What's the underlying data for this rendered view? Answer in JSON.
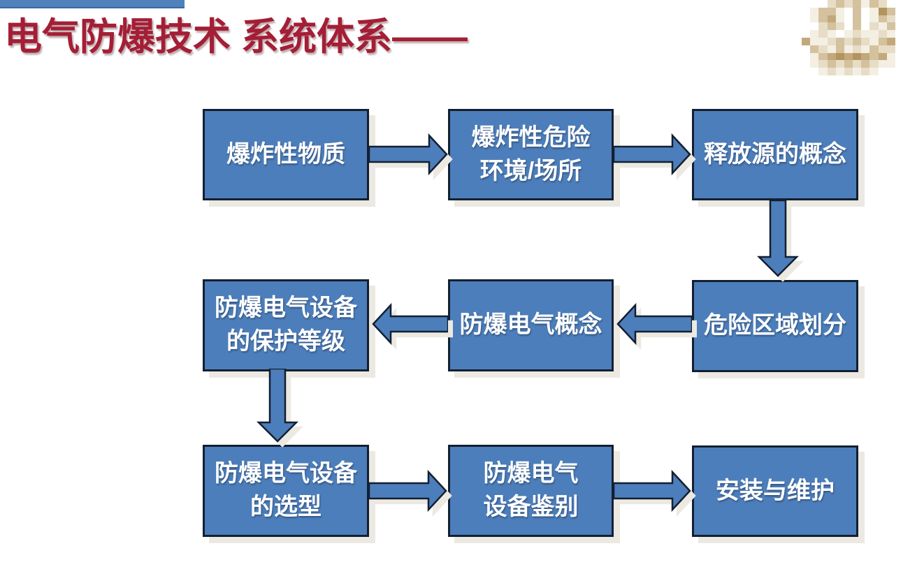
{
  "slide": {
    "title": "电气防爆技术 系统体系——"
  },
  "theme": {
    "accent_blue": "#4F81BD",
    "node_fill": "#4C7EBB",
    "node_border": "#131F30",
    "shadow_gray": "#ECE9E2",
    "title_red": "#A41E35"
  },
  "logo": {
    "description": "blurred-pixelated-tan-logo",
    "palette": {
      "W": "#FFFFFF",
      "C": "#F4EFE3",
      "L": "#E7DDC7",
      "T": "#D4C19D",
      "D": "#C2A97C",
      "K": "#B3945F"
    },
    "rows": [
      "WWWLTLTCTLWW",
      "WCTTCWTWCKTW",
      "WCTDCWTWCTLW",
      "WWLTLWTWLCTW",
      "WCLCWCLCCLCW",
      "DCCLTLTLCTDW",
      "WTLCTCLCTLLW",
      "WCTDKDKDTDCW",
      "WCLTLTLTLCCW",
      "WWCLCLCLCWWW"
    ]
  },
  "diagram": {
    "nodes": [
      {
        "label": "爆炸性物质"
      },
      {
        "label": "爆炸性危险\n环境/场所"
      },
      {
        "label": "释放源的概念"
      },
      {
        "label": "防爆电气设备\n的保护等级"
      },
      {
        "label": "防爆电气概念"
      },
      {
        "label": "危险区域划分"
      },
      {
        "label": "防爆电气设备\n的选型"
      },
      {
        "label": "防爆电气\n设备鉴别"
      },
      {
        "label": "安装与维护"
      }
    ],
    "arrows": [
      {
        "from": "爆炸性物质",
        "to": "爆炸性危险 环境/场所",
        "direction": "right"
      },
      {
        "from": "爆炸性危险 环境/场所",
        "to": "释放源的概念",
        "direction": "right"
      },
      {
        "from": "释放源的概念",
        "to": "危险区域划分",
        "direction": "down"
      },
      {
        "from": "危险区域划分",
        "to": "防爆电气概念",
        "direction": "left"
      },
      {
        "from": "防爆电气概念",
        "to": "防爆电气设备的保护等级",
        "direction": "left"
      },
      {
        "from": "防爆电气设备的保护等级",
        "to": "防爆电气设备的选型",
        "direction": "down"
      },
      {
        "from": "防爆电气设备的选型",
        "to": "防爆电气设备鉴别",
        "direction": "right"
      },
      {
        "from": "防爆电气设备鉴别",
        "to": "安装与维护",
        "direction": "right"
      }
    ]
  }
}
